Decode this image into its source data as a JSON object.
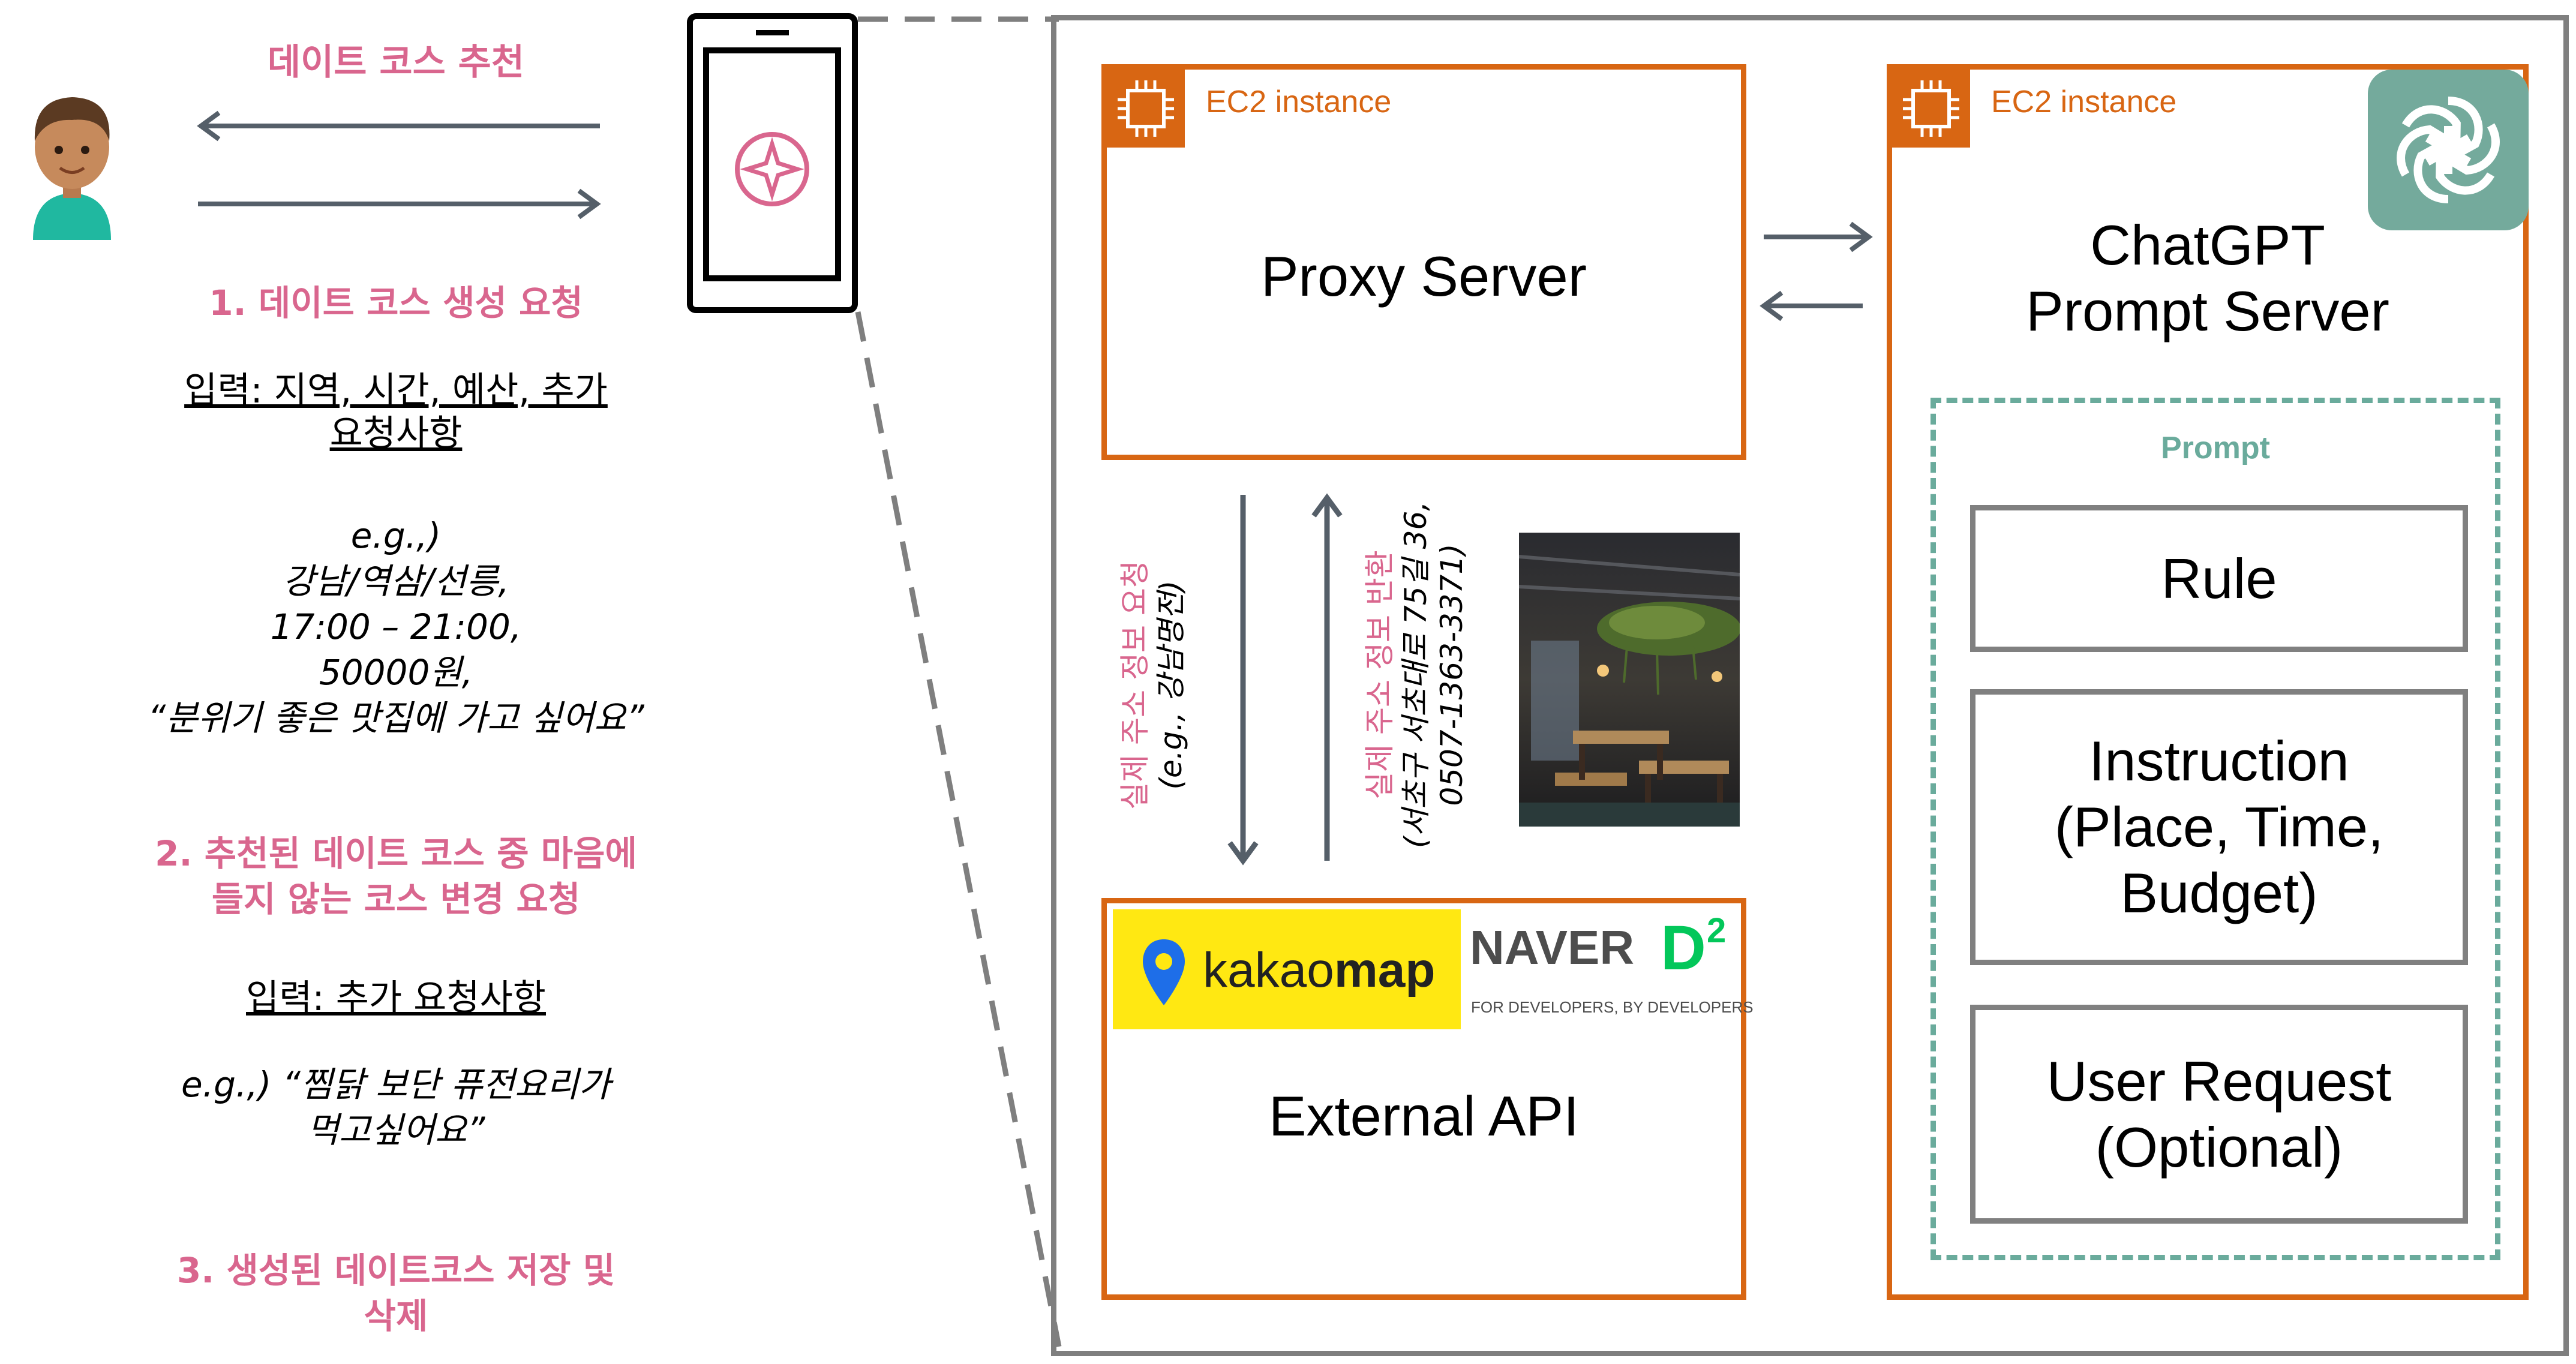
{
  "left": {
    "recommend_label": "데이트 코스 추천",
    "step1_title": "1. 데이트 코스 생성 요청",
    "step1_input_line1": "입력: 지역, 시간, 예산, 추가",
    "step1_input_line2": "요청사항",
    "step1_example": [
      "e.g.,)",
      "강남/역삼/선릉,",
      "17:00 – 21:00,",
      "50000원,",
      "“분위기 좋은 맛집에 가고 싶어요”"
    ],
    "step2_title_line1": "2. 추천된 데이트 코스 중 마음에",
    "step2_title_line2": "들지 않는 코스 변경 요청",
    "step2_input": "입력: 추가 요청사항",
    "step2_example_line1": "e.g.,) “찜닭 보단 퓨전요리가",
    "step2_example_line2": "먹고싶어요”",
    "step3_title_line1": "3. 생성된 데이트코스 저장 및",
    "step3_title_line2": "삭제"
  },
  "proxy": {
    "ec2_label": "EC2 instance",
    "title": "Proxy Server"
  },
  "chatgpt": {
    "ec2_label": "EC2 instance",
    "title_line1": "ChatGPT",
    "title_line2": "Prompt Server",
    "prompt_label": "Prompt",
    "rule": "Rule",
    "instruction_line1": "Instruction",
    "instruction_line2": "(Place, Time,",
    "instruction_line3": "Budget)",
    "user_request_line1": "User Request",
    "user_request_line2": "(Optional)"
  },
  "middle": {
    "request_line1": "실제 주소 정보 요청",
    "request_line2": "(e.g., 강남명전)",
    "response_line1": "실제 주소 정보 반환",
    "response_line2": "(서초구 서초대로 75길 36,",
    "response_line3": "0507-1363-3371)"
  },
  "external": {
    "kakao_text_normal": "kakao",
    "kakao_text_bold": "map",
    "naver_text": "NAVER",
    "naver_d2": "D",
    "naver_sup": "2",
    "naver_tagline": "FOR DEVELOPERS, BY DEVELOPERS",
    "title": "External API"
  },
  "colors": {
    "pink": "#d9668e",
    "orange": "#d86613",
    "green_dashed": "#6aab9c",
    "openai_green": "#74aa9c",
    "kakao_yellow": "#ffe812",
    "naver_green": "#03c75a",
    "gray": "#7f7f7f"
  }
}
